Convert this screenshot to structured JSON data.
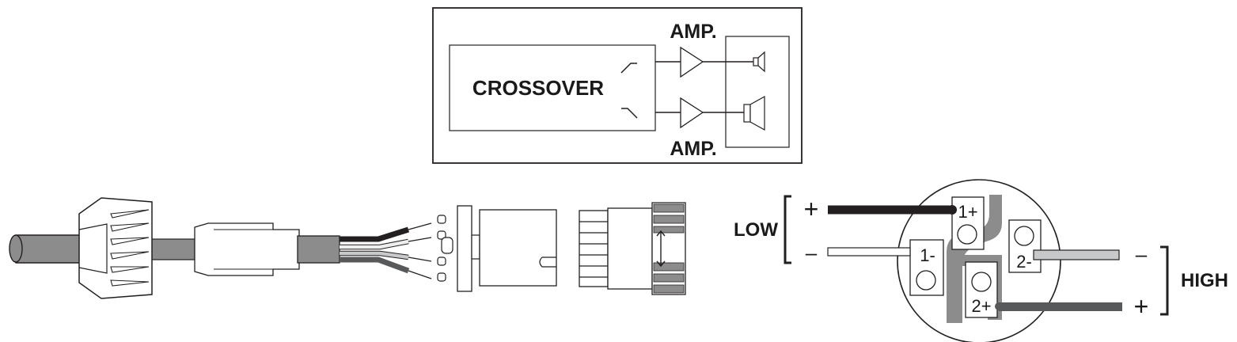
{
  "block_diagram": {
    "crossover_label": "CROSSOVER",
    "amp_top_label": "AMP.",
    "amp_bottom_label": "AMP."
  },
  "pinout": {
    "low_label": "LOW",
    "high_label": "HIGH",
    "low_plus": "+",
    "low_minus": "–",
    "high_minus": "–",
    "high_plus": "+",
    "pin_1_plus": "1+",
    "pin_1_minus": "1-",
    "pin_2_minus": "2-",
    "pin_2_plus": "2+"
  },
  "colors": {
    "cable_gray": "#8a8a8a",
    "wire_black": "#231f20",
    "wire_dark_gray": "#58595b",
    "wire_light": "#eeeeee",
    "wire_light_gray": "#c7c8ca",
    "connector_mid_gray": "#8c8c8c"
  }
}
